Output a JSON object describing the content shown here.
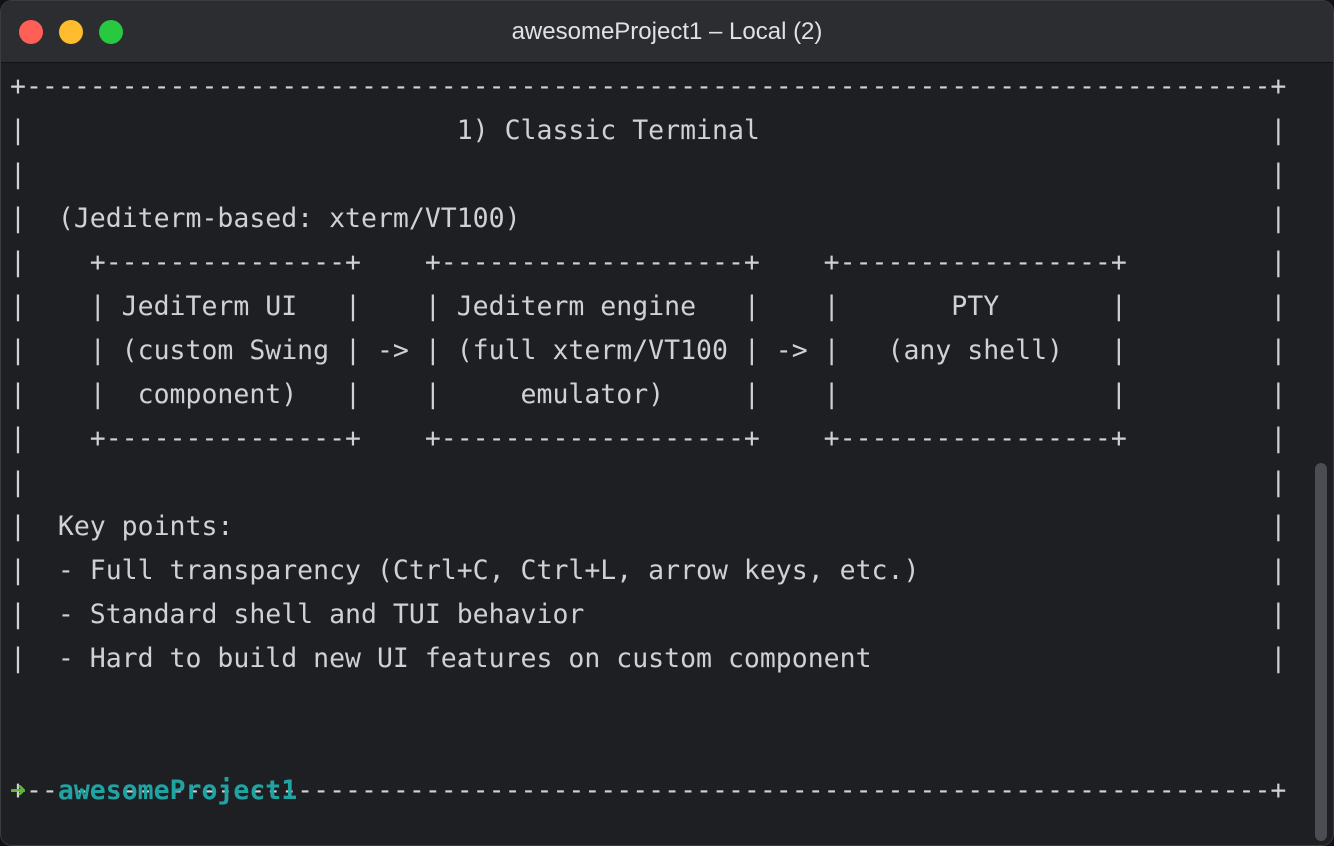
{
  "window": {
    "title": "awesomeProject1 – Local (2)",
    "buttons": {
      "close_color": "#ff5f57",
      "minimize_color": "#febc2e",
      "zoom_color": "#28c840"
    }
  },
  "terminal": {
    "lines": [
      "+------------------------------------------------------------------------------+",
      "|                           1) Classic Terminal                                |",
      "|                                                                              |",
      "|  (Jediterm-based: xterm/VT100)                                               |",
      "|    +---------------+    +-------------------+    +-----------------+         |",
      "|    | JediTerm UI   |    | Jediterm engine   |    |       PTY       |         |",
      "|    | (custom Swing | -> | (full xterm/VT100 | -> |   (any shell)   |         |",
      "|    |  component)   |    |     emulator)     |    |                 |         |",
      "|    +---------------+    +-------------------+    +-----------------+         |",
      "|                                                                              |",
      "|  Key points:                                                                 |",
      "|  - Full transparency (Ctrl+C, Ctrl+L, arrow keys, etc.)                      |",
      "|  - Standard shell and TUI behavior                                           |",
      "|  - Hard to build new UI features on custom component                         |",
      "",
      "",
      "+------------------------------------------------------------------------------+"
    ],
    "prompt": {
      "arrow": "➜",
      "directory": "awesomeProject1"
    },
    "scroll_position": 0.9
  }
}
